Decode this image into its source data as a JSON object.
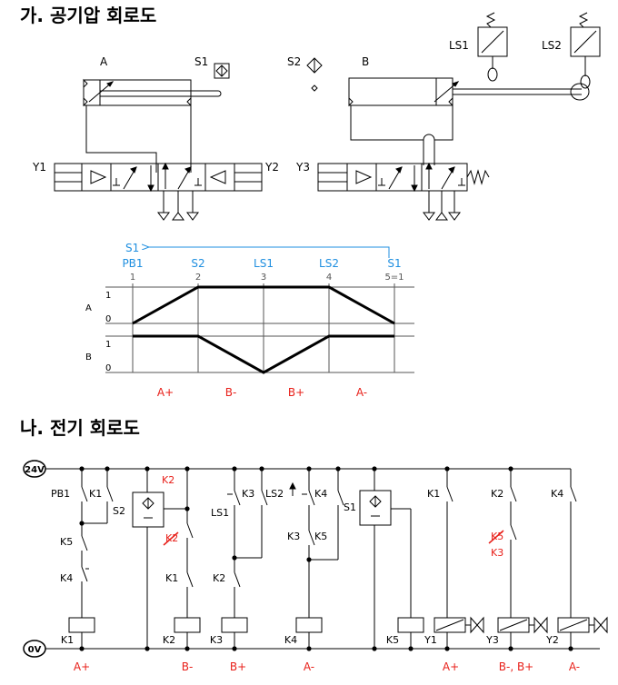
{
  "sections": {
    "pneumatic_title": "가. 공기압 회로도",
    "electric_title": "나. 전기 회로도"
  },
  "pneumatic": {
    "cyl_a": "A",
    "cyl_b": "B",
    "sensor_s1": "S1",
    "sensor_s2": "S2",
    "limit_ls1": "LS1",
    "limit_ls2": "LS2",
    "sol_y1": "Y1",
    "sol_y2": "Y2",
    "sol_y3": "Y3"
  },
  "timing": {
    "loop_label": "S1",
    "signals": [
      "PB1",
      "S2",
      "LS1",
      "LS2",
      "S1"
    ],
    "steps": [
      "1",
      "2",
      "3",
      "4",
      "5=1"
    ],
    "row_a": "A",
    "row_b": "B",
    "level_high": "1",
    "level_low": "0",
    "phases": [
      "A+",
      "B-",
      "B+",
      "A-"
    ]
  },
  "electric": {
    "supply_plus": "24V",
    "supply_minus": "0V",
    "labels": {
      "pb1": "PB1",
      "k1a": "K1",
      "k5a": "K5",
      "k4a": "K4",
      "k2red": "K2",
      "s2": "S2",
      "k2x": "K2",
      "k1b": "K1",
      "k3a": "K3",
      "ls1": "LS1",
      "k2b": "K2",
      "ls2": "LS2",
      "k4b": "K4",
      "k3b": "K3",
      "k5b": "K5",
      "s1": "S1",
      "k1c": "K1",
      "k2c": "K2",
      "k5x": "K5",
      "k3red": "K3",
      "k4c": "K4"
    },
    "coils": [
      "K1",
      "K2",
      "K3",
      "K4",
      "K5",
      "Y1",
      "Y3",
      "Y2"
    ],
    "actions": [
      "A+",
      "B-",
      "B+",
      "A-",
      "A+",
      "B-, B+",
      "A-"
    ]
  },
  "colors": {
    "accent_red": "#e8201a",
    "accent_blue": "#1f8fe0"
  }
}
